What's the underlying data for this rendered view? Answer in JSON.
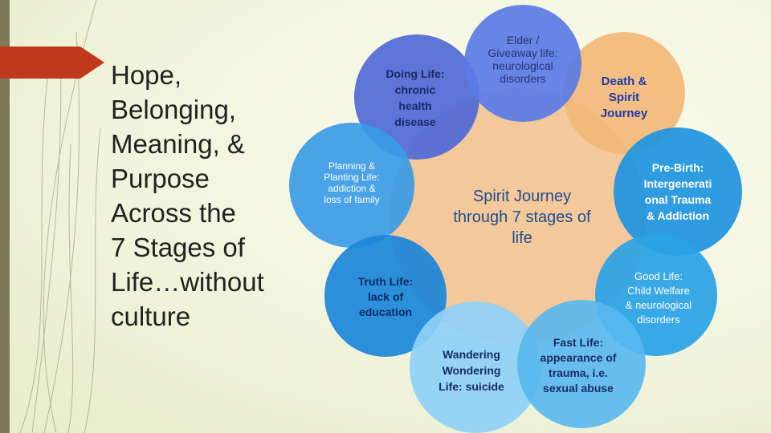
{
  "slide": {
    "title": "Hope,\nBelonging,\nMeaning, &\nPurpose\nAcross the\n7 Stages of\nLife…without\nculture",
    "center": "Spirit Journey\nthrough 7 stages of\nlife",
    "stages": [
      {
        "id": "doing-life",
        "label": "Doing Life:\nchronic\nhealth\ndisease",
        "color": "#4f69d6"
      },
      {
        "id": "elder-giveaway",
        "label": "Elder /\nGiveaway life:\nneurological\ndisorders",
        "color": "#5a7be6"
      },
      {
        "id": "death-spirit",
        "label": "Death &\nSpirit\nJourney",
        "color": "#f2b877"
      },
      {
        "id": "pre-birth",
        "label": "Pre-Birth:\nIntergenerati\nonal Trauma\n& Addiction",
        "color": "#1f95df"
      },
      {
        "id": "good-life",
        "label": "Good Life:\nChild Welfare\n& neurological\ndisorders",
        "color": "#2aa2e6"
      },
      {
        "id": "fast-life",
        "label": "Fast Life:\nappearance of\ntrauma, i.e.\nsexual abuse",
        "color": "#58b8f0"
      },
      {
        "id": "wandering-life",
        "label": "Wandering\nWondering\nLife:  suicide",
        "color": "#8fd1f7"
      },
      {
        "id": "truth-life",
        "label": "Truth Life:\nlack of\neducation",
        "color": "#1c86d8"
      },
      {
        "id": "planning-life",
        "label": "Planning &\nPlanting Life:\naddiction &\nloss of family",
        "color": "#3a9be6"
      }
    ],
    "colors": {
      "center": "#f3c89a",
      "arrow": "#c0391c",
      "sidebar": "#7d7a5c",
      "title_text": "#222222",
      "center_text": "#1f4e91"
    }
  }
}
